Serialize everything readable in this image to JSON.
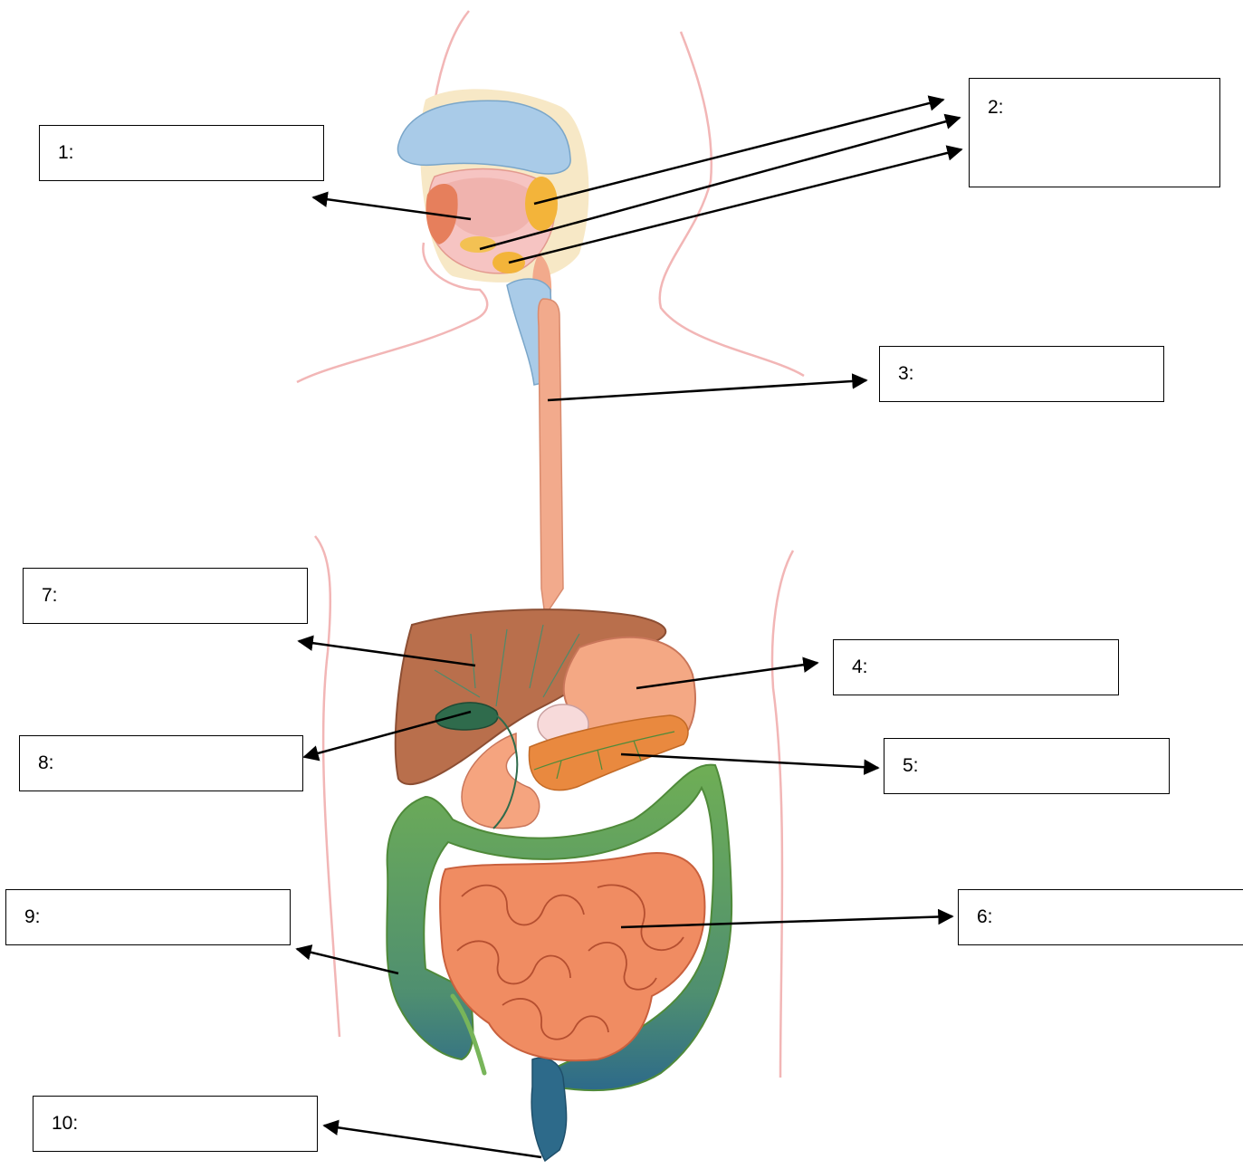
{
  "labels": {
    "l1": "1:",
    "l2": "2:",
    "l3": "3:",
    "l4": "4:",
    "l5": "5:",
    "l6": "6:",
    "l7": "7:",
    "l8": "8:",
    "l9": "9:",
    "l10": "10:"
  },
  "colors": {
    "body_outline": "#f2b6b6",
    "skin": "#f7e8c6",
    "nasal": "#a9cbe8",
    "salivary": "#f3b43a",
    "tongue": "#f6c4c2",
    "esophagus": "#f2aa8c",
    "liver": "#b96f4c",
    "stomach": "#f4a884",
    "pancreas": "#e9893f",
    "gallbladder": "#2f6b4c",
    "small_intestine": "#f08c62",
    "large_intestine": "#78b55a",
    "rectum": "#2d6a8a",
    "arrow": "#000000"
  }
}
